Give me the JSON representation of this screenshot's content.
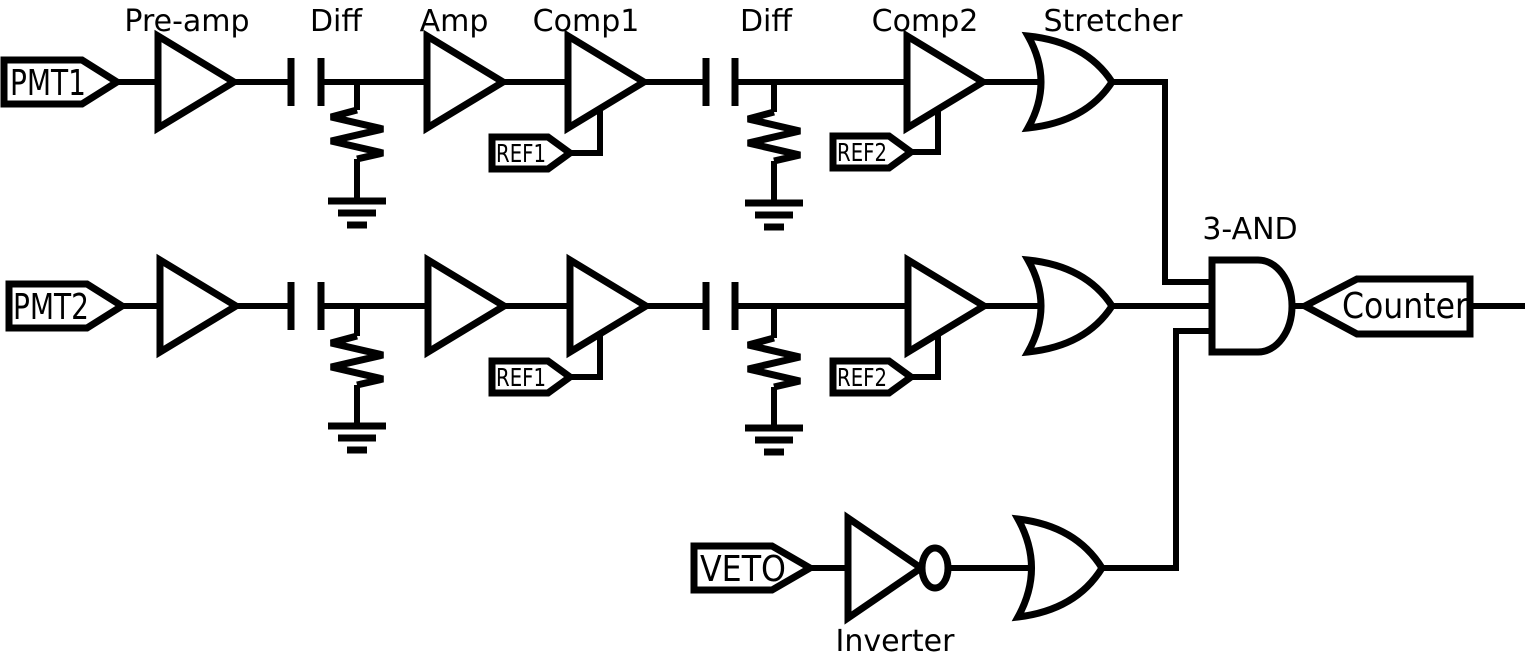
{
  "labels": {
    "preamp": "Pre-amp",
    "diff1": "Diff",
    "amp": "Amp",
    "comp1": "Comp1",
    "diff2": "Diff",
    "comp2": "Comp2",
    "stretcher": "Stretcher",
    "three_and": "3-AND",
    "inverter": "Inverter"
  },
  "tags": {
    "pmt1": "PMT1",
    "pmt2": "PMT2",
    "veto": "VETO",
    "ref1_top": "REF1",
    "ref2_top": "REF2",
    "ref1_mid": "REF1",
    "ref2_mid": "REF2",
    "counter": "Counter"
  },
  "colors": {
    "line": "#000000",
    "background": "#ffffff"
  }
}
